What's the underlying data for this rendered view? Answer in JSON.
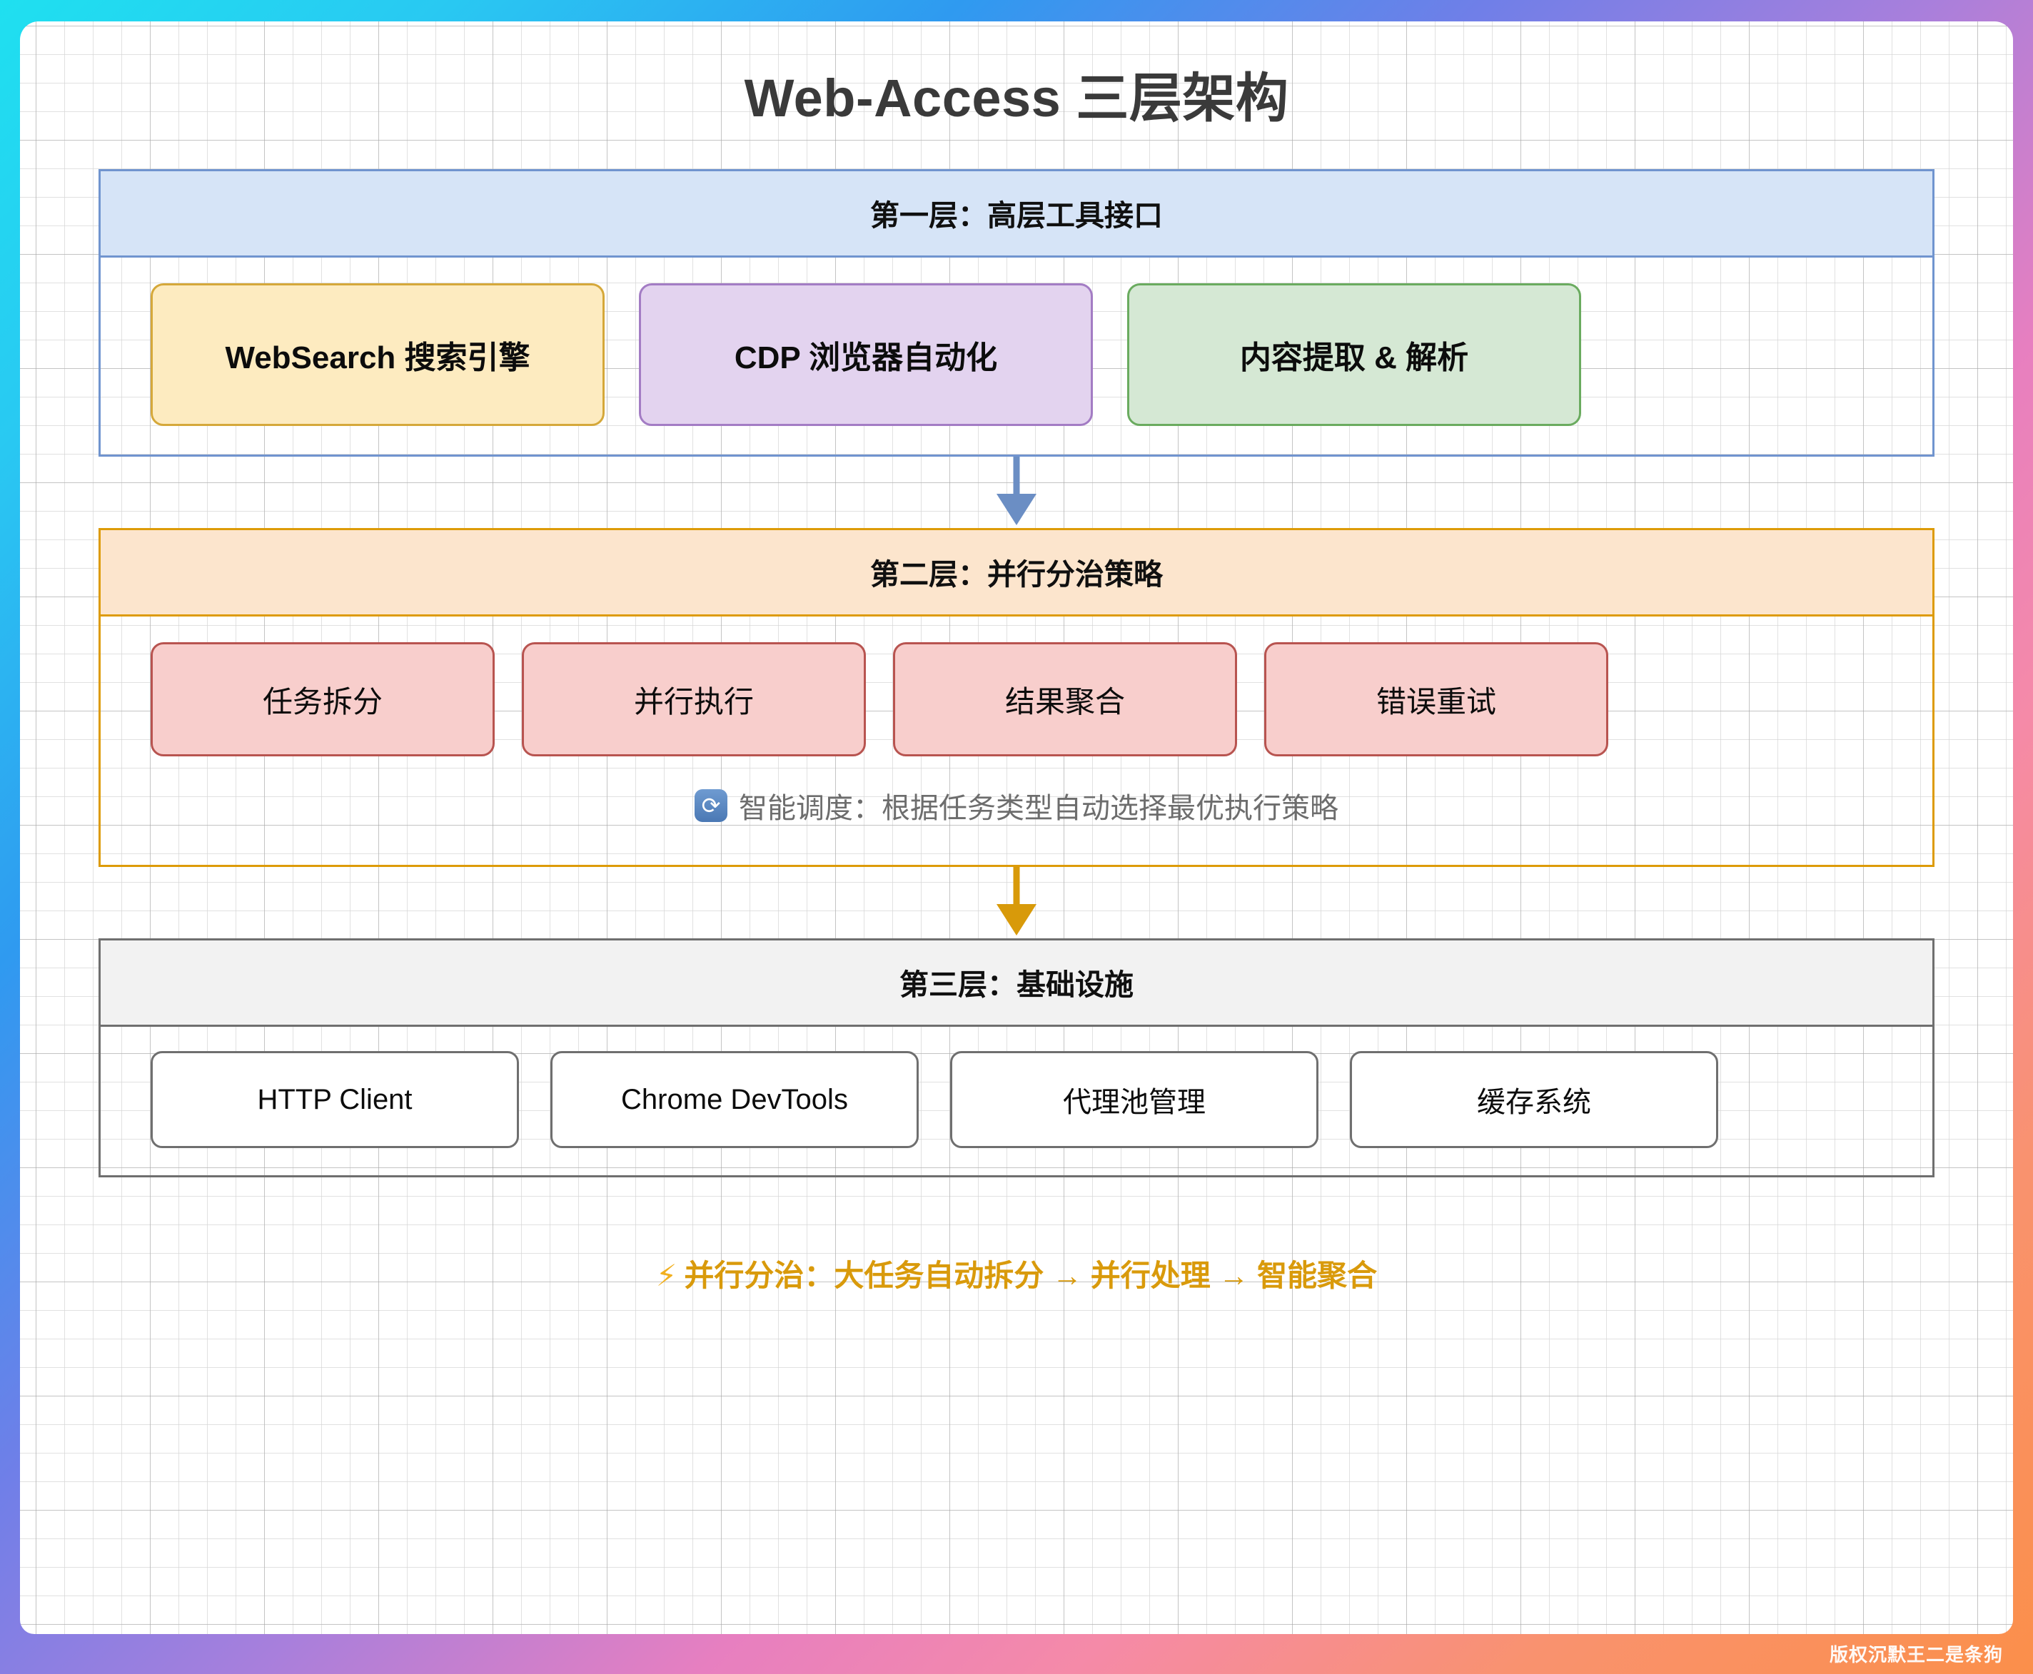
{
  "page": {
    "title": "Web-Access 三层架构",
    "watermark": "版权沉默王二是条狗",
    "accent_blue": "#7094cf",
    "accent_orange": "#dd9b07",
    "accent_gray": "#6f6f6f",
    "footer_color": "#d99a0b"
  },
  "layers": [
    {
      "header": "第一层：高层工具接口",
      "nodes": [
        {
          "label": "WebSearch 搜索引擎",
          "color": "#fdebc0",
          "border": "#d5a83a"
        },
        {
          "label": "CDP 浏览器自动化",
          "color": "#e3d3ef",
          "border": "#a37cc4"
        },
        {
          "label": "内容提取 & 解析",
          "color": "#d5e8d4",
          "border": "#6aab5f"
        }
      ]
    },
    {
      "header": "第二层：并行分治策略",
      "nodes": [
        {
          "label": "任务拆分"
        },
        {
          "label": "并行执行"
        },
        {
          "label": "结果聚合"
        },
        {
          "label": "错误重试"
        }
      ],
      "note": {
        "icon": "sync-icon",
        "icon_glyph": "⟳",
        "text": "智能调度：根据任务类型自动选择最优执行策略"
      }
    },
    {
      "header": "第三层：基础设施",
      "nodes": [
        {
          "label": "HTTP Client"
        },
        {
          "label": "Chrome DevTools"
        },
        {
          "label": "代理池管理"
        },
        {
          "label": "缓存系统"
        }
      ]
    }
  ],
  "arrows": [
    {
      "name": "arrow-layer1-to-layer2",
      "color": "#6b8ec4"
    },
    {
      "name": "arrow-layer2-to-layer3",
      "color": "#d89a0a"
    }
  ],
  "footer": {
    "bolt": "⚡",
    "text": "并行分治：大任务自动拆分 → 并行处理 → 智能聚合"
  }
}
